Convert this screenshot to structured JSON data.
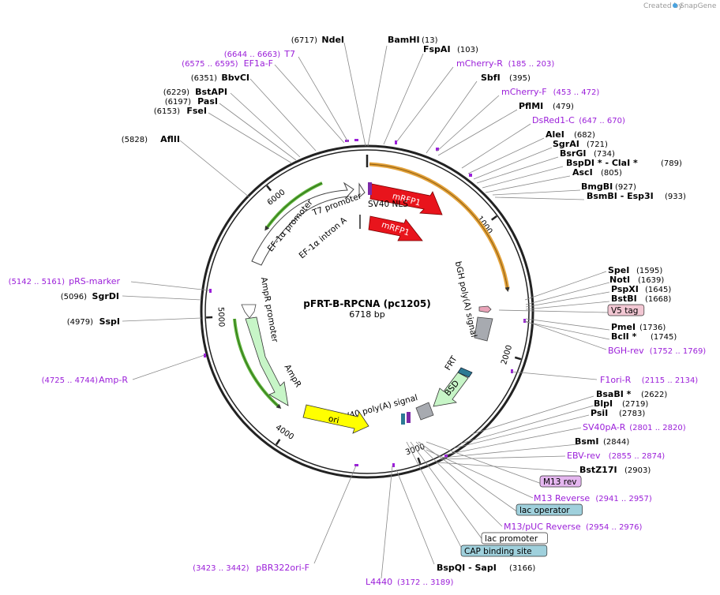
{
  "credit": "Created by",
  "brand": "SnapGene",
  "plasmid": {
    "name": "pFRT-B-RPCNA (pc1205)",
    "length": "6718 bp"
  },
  "ticks": [
    "1000",
    "2000",
    "3000",
    "4000",
    "5000",
    "6000"
  ],
  "features": {
    "mrfp1_a": "mRFP1",
    "mrfp1_b": "mRFP1",
    "sv40_nls": "SV40 NLS",
    "t7_promoter": "T7 promoter",
    "ef1a_intron": "EF-1α intron A",
    "ef1a_promoter": "EF-1α promoter",
    "bgh_polya": "bGH poly(A) signal",
    "frt": "FRT",
    "bsd": "BSD",
    "sv40_polya": "SV40 poly(A) signal",
    "ori": "ori",
    "ampr": "AmpR",
    "ampr_promoter": "AmpR promoter"
  },
  "right_labels": [
    {
      "name": "BamHI",
      "pos": "(13)",
      "kind": "enzyme"
    },
    {
      "name": "FspAI",
      "pos": "(103)",
      "kind": "enzyme"
    },
    {
      "name": "mCherry-R",
      "pos": "(185 .. 203)",
      "kind": "primer"
    },
    {
      "name": "SbfI",
      "pos": "(395)",
      "kind": "enzyme"
    },
    {
      "name": "mCherry-F",
      "pos": "(453 .. 472)",
      "kind": "primer"
    },
    {
      "name": "PflMI",
      "pos": "(479)",
      "kind": "enzyme"
    },
    {
      "name": "DsRed1-C",
      "pos": "(647 .. 670)",
      "kind": "primer"
    },
    {
      "name": "AleI",
      "pos": "(682)",
      "kind": "enzyme"
    },
    {
      "name": "SgrAI",
      "pos": "(721)",
      "kind": "enzyme"
    },
    {
      "name": "BsrGI",
      "pos": "(734)",
      "kind": "enzyme"
    },
    {
      "name": "BspDI * - ClaI *",
      "pos": "(789)",
      "kind": "enzyme"
    },
    {
      "name": "AscI",
      "pos": "(805)",
      "kind": "enzyme"
    },
    {
      "name": "BmgBI",
      "pos": "(927)",
      "kind": "enzyme"
    },
    {
      "name": "BsmBI - Esp3I",
      "pos": "(933)",
      "kind": "enzyme"
    },
    {
      "name": "SpeI",
      "pos": "(1595)",
      "kind": "enzyme"
    },
    {
      "name": "NotI",
      "pos": "(1639)",
      "kind": "enzyme"
    },
    {
      "name": "PspXI",
      "pos": "(1645)",
      "kind": "enzyme"
    },
    {
      "name": "BstBI",
      "pos": "(1668)",
      "kind": "enzyme"
    },
    {
      "name": "V5 tag",
      "pos": "",
      "kind": "box-pink"
    },
    {
      "name": "PmeI",
      "pos": "(1736)",
      "kind": "enzyme"
    },
    {
      "name": "BclI *",
      "pos": "(1745)",
      "kind": "enzyme"
    },
    {
      "name": "BGH-rev",
      "pos": "(1752 .. 1769)",
      "kind": "primer"
    },
    {
      "name": "F1ori-R",
      "pos": "(2115 .. 2134)",
      "kind": "primer"
    },
    {
      "name": "BsaBI *",
      "pos": "(2622)",
      "kind": "enzyme"
    },
    {
      "name": "BlpI",
      "pos": "(2719)",
      "kind": "enzyme"
    },
    {
      "name": "PsiI",
      "pos": "(2783)",
      "kind": "enzyme"
    },
    {
      "name": "SV40pA-R",
      "pos": "(2801 .. 2820)",
      "kind": "primer"
    },
    {
      "name": "BsmI",
      "pos": "(2844)",
      "kind": "enzyme"
    },
    {
      "name": "EBV-rev",
      "pos": "(2855 .. 2874)",
      "kind": "primer"
    },
    {
      "name": "BstZ17I",
      "pos": "(2903)",
      "kind": "enzyme"
    },
    {
      "name": "M13 rev",
      "pos": "",
      "kind": "box-violet"
    },
    {
      "name": "M13 Reverse",
      "pos": "(2941 .. 2957)",
      "kind": "primer"
    },
    {
      "name": "lac operator",
      "pos": "",
      "kind": "box-teal"
    },
    {
      "name": "M13/pUC Reverse",
      "pos": "(2954 .. 2976)",
      "kind": "primer"
    },
    {
      "name": "lac promoter",
      "pos": "",
      "kind": "box-white"
    },
    {
      "name": "CAP binding site",
      "pos": "",
      "kind": "box-teal"
    },
    {
      "name": "BspQI - SapI",
      "pos": "(3166)",
      "kind": "enzyme"
    },
    {
      "name": "L4440",
      "pos": "(3172 .. 3189)",
      "kind": "primer"
    }
  ],
  "left_labels": [
    {
      "name": "NdeI",
      "pos": "(6717)",
      "kind": "enzyme"
    },
    {
      "name": "T7",
      "pos": "(6644 .. 6663)",
      "kind": "primer"
    },
    {
      "name": "EF1a-F",
      "pos": "(6575 .. 6595)",
      "kind": "primer"
    },
    {
      "name": "BbvCI",
      "pos": "(6351)",
      "kind": "enzyme"
    },
    {
      "name": "BstAPI",
      "pos": "(6229)",
      "kind": "enzyme"
    },
    {
      "name": "PasI",
      "pos": "(6197)",
      "kind": "enzyme"
    },
    {
      "name": "FseI",
      "pos": "(6153)",
      "kind": "enzyme"
    },
    {
      "name": "AflII",
      "pos": "(5828)",
      "kind": "enzyme"
    },
    {
      "name": "pRS-marker",
      "pos": "(5142 .. 5161)",
      "kind": "primer"
    },
    {
      "name": "SgrDI",
      "pos": "(5096)",
      "kind": "enzyme"
    },
    {
      "name": "SspI",
      "pos": "(4979)",
      "kind": "enzyme"
    },
    {
      "name": "Amp-R",
      "pos": "(4725 .. 4744)",
      "kind": "primer"
    },
    {
      "name": "pBR322ori-F",
      "pos": "(3423 .. 3442)",
      "kind": "primer"
    }
  ]
}
